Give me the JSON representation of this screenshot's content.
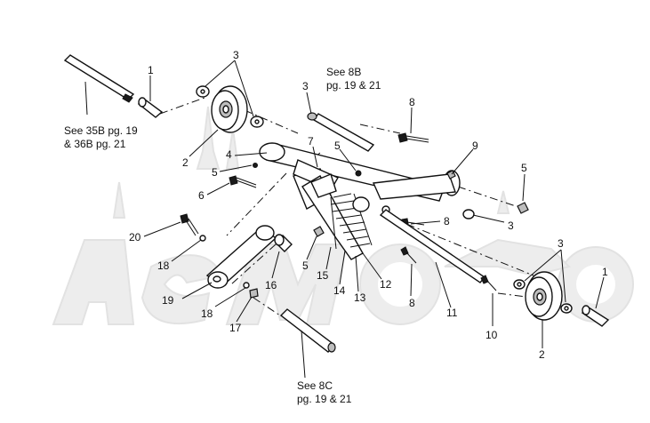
{
  "callouts": [
    {
      "id": "c1a",
      "text": "1"
    },
    {
      "id": "c3a",
      "text": "3"
    },
    {
      "id": "c2a",
      "text": "2"
    },
    {
      "id": "c3b",
      "text": "3"
    },
    {
      "id": "c7",
      "text": "7"
    },
    {
      "id": "c8a",
      "text": "8"
    },
    {
      "id": "c4",
      "text": "4"
    },
    {
      "id": "c5a",
      "text": "5"
    },
    {
      "id": "c6",
      "text": "6"
    },
    {
      "id": "c5b",
      "text": "5"
    },
    {
      "id": "c9",
      "text": "9"
    },
    {
      "id": "c5c",
      "text": "5"
    },
    {
      "id": "c8b",
      "text": "8"
    },
    {
      "id": "c3c",
      "text": "3"
    },
    {
      "id": "c20",
      "text": "20"
    },
    {
      "id": "c18a",
      "text": "18"
    },
    {
      "id": "c19",
      "text": "19"
    },
    {
      "id": "c16",
      "text": "16"
    },
    {
      "id": "c5d",
      "text": "5"
    },
    {
      "id": "c15",
      "text": "15"
    },
    {
      "id": "c14",
      "text": "14"
    },
    {
      "id": "c13",
      "text": "13"
    },
    {
      "id": "c12",
      "text": "12"
    },
    {
      "id": "c8c",
      "text": "8"
    },
    {
      "id": "c11",
      "text": "11"
    },
    {
      "id": "c18b",
      "text": "18"
    },
    {
      "id": "c17",
      "text": "17"
    },
    {
      "id": "c10",
      "text": "10"
    },
    {
      "id": "c3d",
      "text": "3"
    },
    {
      "id": "c1b",
      "text": "1"
    },
    {
      "id": "c2b",
      "text": "2"
    }
  ],
  "references": {
    "ref_35b_line1": "See 35B pg. 19",
    "ref_35b_line2": "& 36B pg. 21",
    "ref_8b_line1": "See 8B",
    "ref_8b_line2": "pg. 19 &  21",
    "ref_8c_line1": "See 8C",
    "ref_8c_line2": "pg. 19 &  21"
  }
}
